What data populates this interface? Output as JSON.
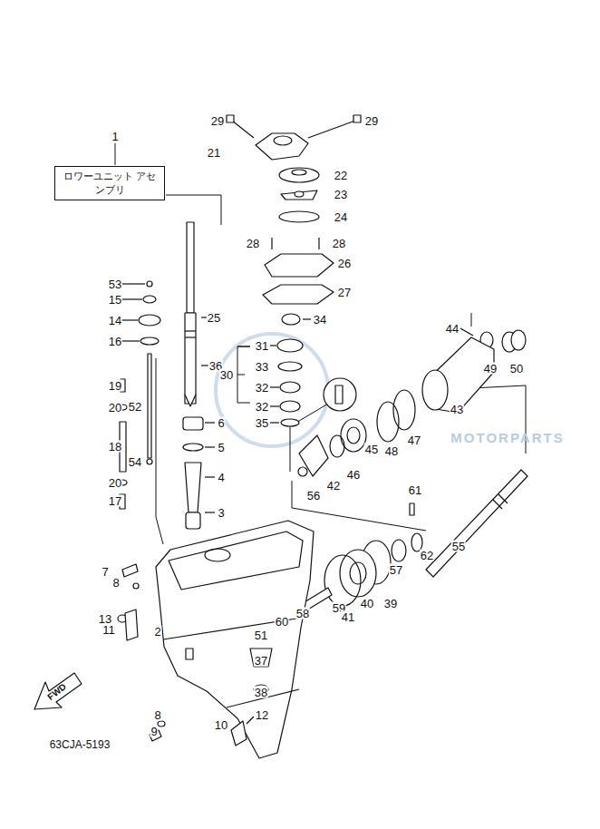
{
  "diagram": {
    "nodes": [
      {
        "text": [
          "ロワーユニット アセンブリ"
        ]
      }
    ],
    "labels": [
      "1",
      "29",
      "29",
      "21",
      "22",
      "23",
      "24",
      "28",
      "28",
      "26",
      "27",
      "53",
      "15",
      "25",
      "34",
      "14",
      "44",
      "16",
      "31",
      "36",
      "33",
      "49",
      "50",
      "30",
      "19",
      "32",
      "52",
      "20",
      "32",
      "43",
      "6",
      "35",
      "47",
      "18",
      "5",
      "45",
      "48",
      "54",
      "46",
      "4",
      "20",
      "42",
      "61",
      "56",
      "17",
      "3",
      "55",
      "62",
      "57",
      "7",
      "8",
      "39",
      "40",
      "59",
      "58",
      "41",
      "13",
      "60",
      "11",
      "2",
      "51",
      "37",
      "38",
      "8",
      "12",
      "10",
      "9",
      "FWD",
      "63CJA-5193",
      "MOTORPARTS"
    ]
  }
}
